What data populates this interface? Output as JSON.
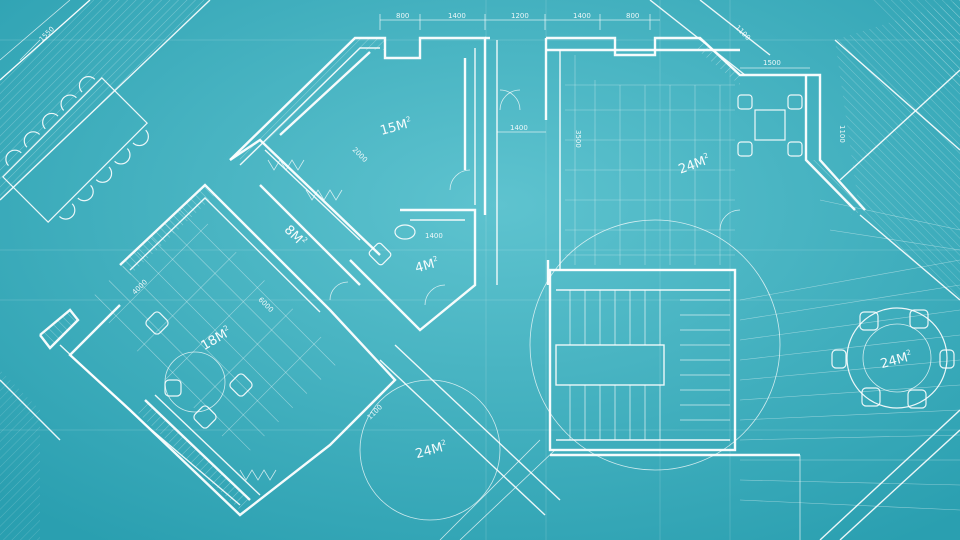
{
  "colors": {
    "background_center": "#5ec3cf",
    "background_edge": "#2a9fb0",
    "line": "#ffffff"
  },
  "areas": {
    "a15": {
      "num": "15",
      "unit": "M",
      "sup": "2"
    },
    "a24_top": {
      "num": "24",
      "unit": "M",
      "sup": "2"
    },
    "a8": {
      "num": "8",
      "unit": "M",
      "sup": "2"
    },
    "a4": {
      "num": "4",
      "unit": "M",
      "sup": "2"
    },
    "a18": {
      "num": "18",
      "unit": "M",
      "sup": "2"
    },
    "a24_round": {
      "num": "24",
      "unit": "M",
      "sup": "2"
    },
    "a24_terrace": {
      "num": "24",
      "unit": "M",
      "sup": "2"
    }
  },
  "dimensions": {
    "d1550": "1550",
    "d800_left": "800",
    "d1400_top": "1400",
    "d1200": "1200",
    "d1400_top2": "1400",
    "d800_right": "800",
    "d1100_tr": "1100",
    "d1500": "1500",
    "d1400_mid": "1400",
    "d1400_small": "1400",
    "d2000": "2000",
    "d1100_bottom": "1100",
    "d1100_right": "1100",
    "d3500": "3500",
    "d4000": "4000",
    "d6000": "6000"
  }
}
